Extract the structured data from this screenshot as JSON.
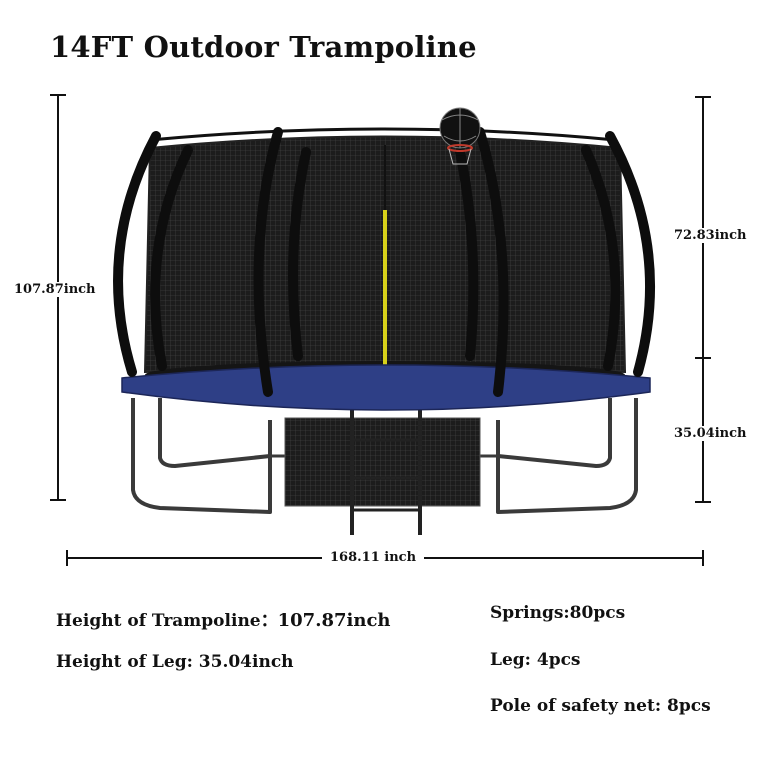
{
  "title": "14FT Outdoor Trampoline",
  "dimensions": {
    "total_height": "107.87inch",
    "enclosure_height": "72.83inch",
    "leg_height": "35.04inch",
    "width": "168.11 inch"
  },
  "specs_left": [
    {
      "label": "Height of Trampoline：",
      "value": "107.87inch"
    },
    {
      "label": "Height of Leg: ",
      "value": "35.04inch"
    }
  ],
  "specs_right": [
    {
      "label": "Springs:",
      "value": "80pcs"
    },
    {
      "label": "Leg: ",
      "value": "4pcs"
    },
    {
      "label": "Pole of safety net: ",
      "value": "8pcs"
    }
  ],
  "colors": {
    "frame_pad": "#2e3f86",
    "net": "#1a1a1a",
    "pole_foam": "#0d0d0d",
    "zipper": "#d8d21a",
    "legs": "#333333"
  },
  "icons": [
    "basketball-hoop-icon",
    "trampoline-illustration"
  ]
}
